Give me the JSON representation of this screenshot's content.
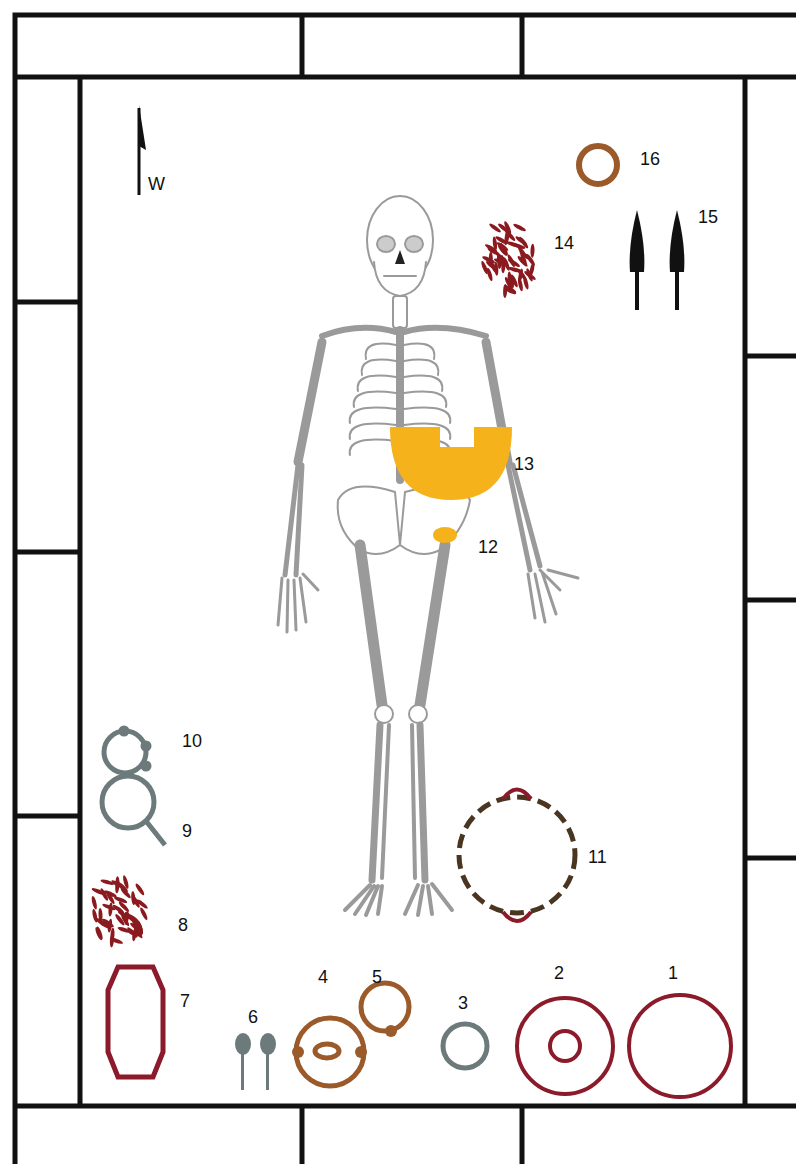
{
  "diagram": {
    "labels": [
      "W",
      "16",
      "15",
      "14",
      "13",
      "12",
      "10",
      "9",
      "11",
      "8",
      "7",
      "6",
      "4",
      "5",
      "3",
      "2",
      "1"
    ]
  }
}
